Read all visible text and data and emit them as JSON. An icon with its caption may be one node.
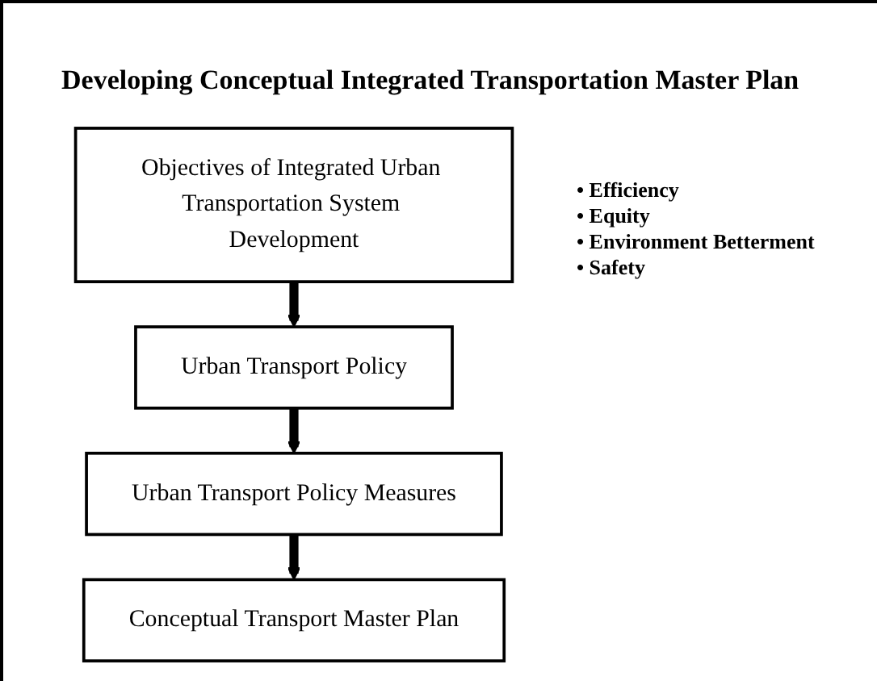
{
  "diagram": {
    "title": "Developing Conceptual Integrated Transportation Master Plan",
    "nodes": [
      {
        "text": [
          "Objectives of Integrated Urban Transportation System Development"
        ]
      },
      {
        "text": [
          "Urban Transport Policy"
        ]
      },
      {
        "text": [
          "Urban Transport Policy Measures"
        ]
      },
      {
        "text": [
          "Conceptual Transport Master Plan"
        ]
      }
    ],
    "edges": [
      {
        "from": 0,
        "to": 1,
        "arrow": "to"
      },
      {
        "from": 1,
        "to": 2,
        "arrow": "to"
      },
      {
        "from": 2,
        "to": 3,
        "arrow": "to"
      }
    ],
    "labels": [
      "• Efficiency",
      "• Equity",
      "• Environment Betterment",
      "• Safety"
    ]
  }
}
